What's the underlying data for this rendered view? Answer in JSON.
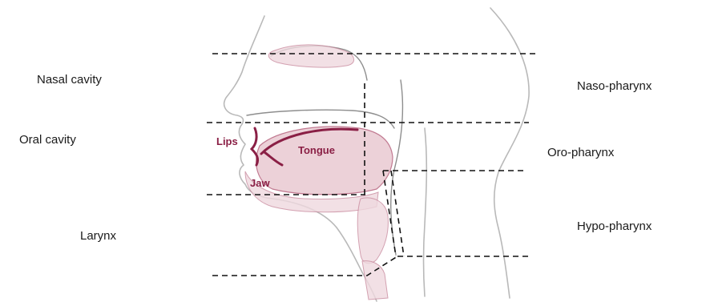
{
  "labels": {
    "nasal_cavity": "Nasal cavity",
    "oral_cavity": "Oral cavity",
    "larynx": "Larynx",
    "naso_pharynx": "Naso-pharynx",
    "oro_pharynx": "Oro-pharynx",
    "hypo_pharynx": "Hypo-pharynx",
    "lips": "Lips",
    "tongue": "Tongue",
    "jaw": "Jaw"
  },
  "colors": {
    "label_text": "#1a1a1a",
    "anatomy_label": "#8a1f45",
    "tissue_fill": "#e9c9d2",
    "outline": "#b9b9b9",
    "dashed_line": "#111111"
  }
}
